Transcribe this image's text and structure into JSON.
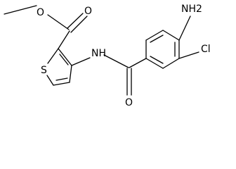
{
  "molecule": {
    "atoms": {
      "methyl_o": "O",
      "carbonyl_o": "O",
      "sulfur": "S",
      "amide_n": "NH",
      "amine": "NH2",
      "chlorine": "Cl",
      "amide_o": "O"
    }
  }
}
